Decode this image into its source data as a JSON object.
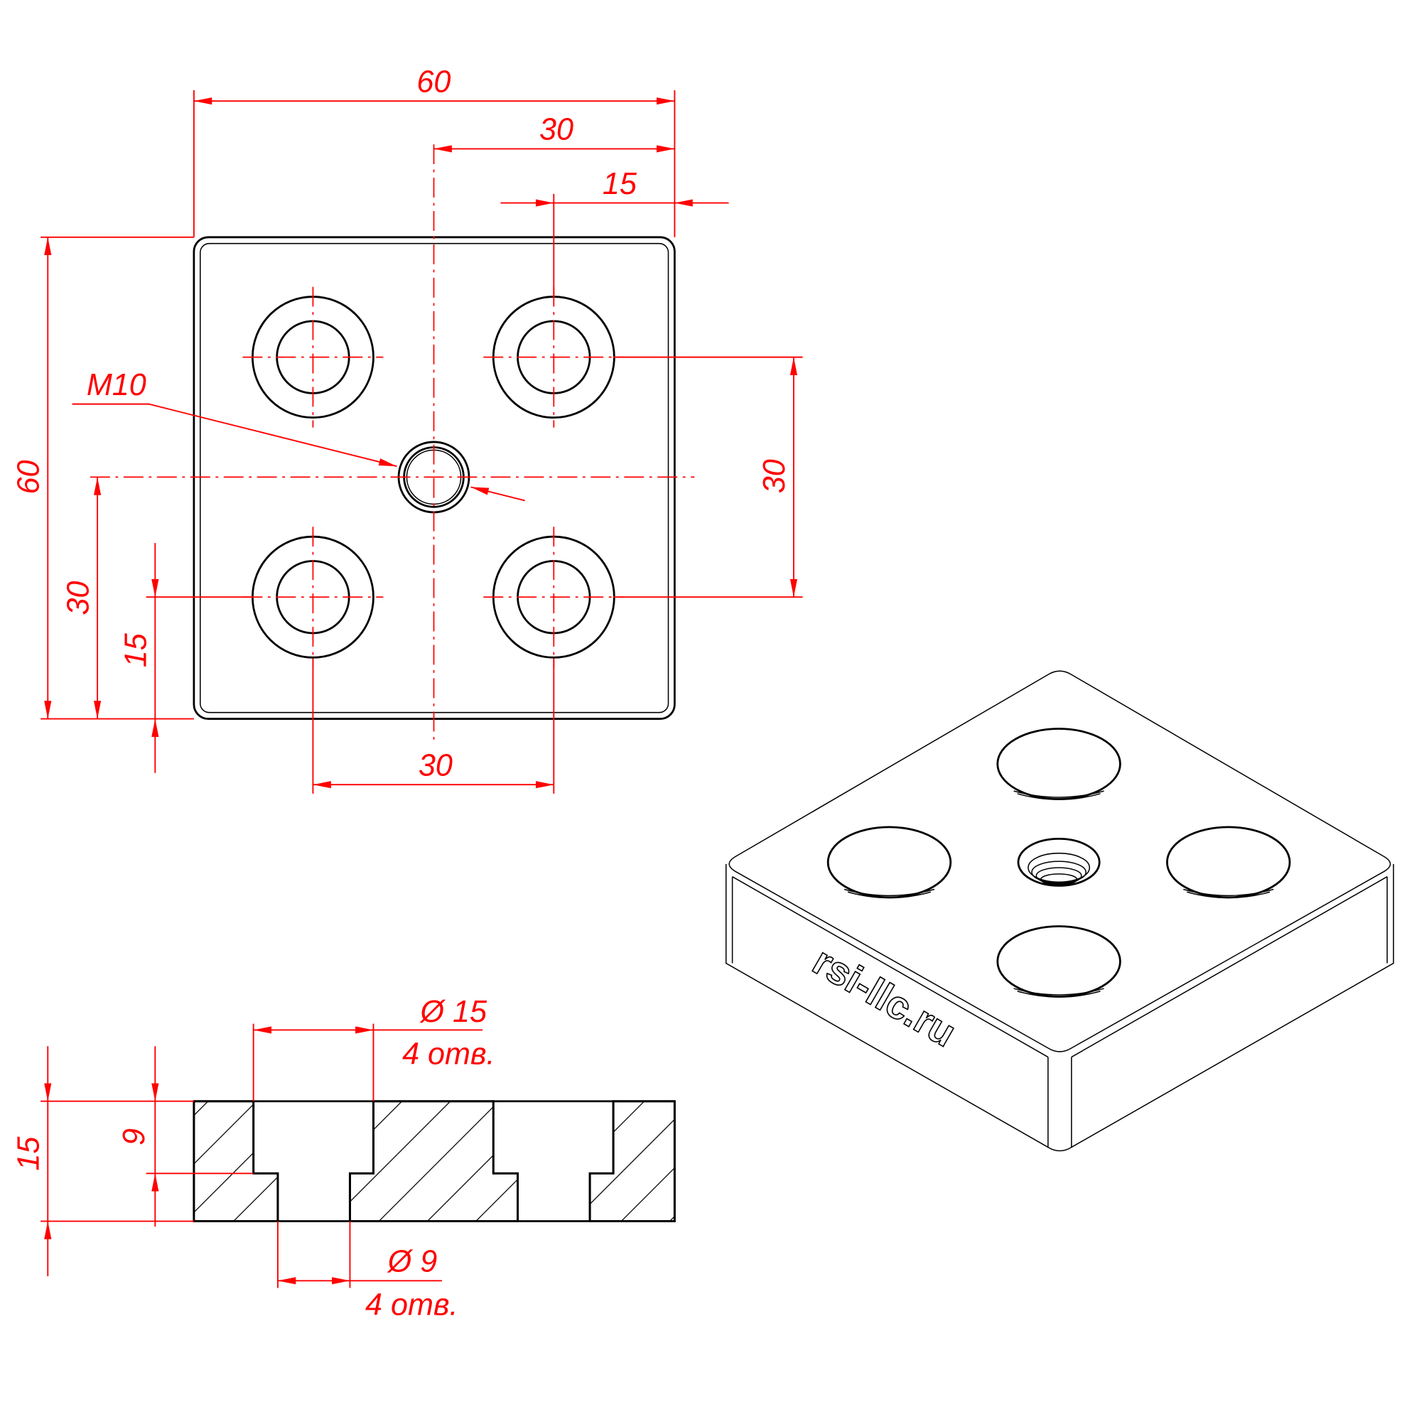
{
  "colors": {
    "dimension": "#ff0000",
    "outline": "#000000"
  },
  "top_view": {
    "dim_width": "60",
    "dim_center_offset": "30",
    "dim_hole_offset": "15",
    "thread_label": "M10",
    "dim_hole_spacing_vertical": "30",
    "dim_height": "60",
    "dim_center_vertical": "30",
    "dim_hole_offset_vertical": "15",
    "dim_hole_spacing_horizontal": "30"
  },
  "section_view": {
    "counterbore_diameter": "Ø 15",
    "counterbore_count": "4 отв.",
    "hole_diameter": "Ø 9",
    "hole_count": "4 отв.",
    "counterbore_depth": "9",
    "thickness": "15"
  },
  "iso_view": {
    "engraving": "rsi-llc.ru"
  }
}
